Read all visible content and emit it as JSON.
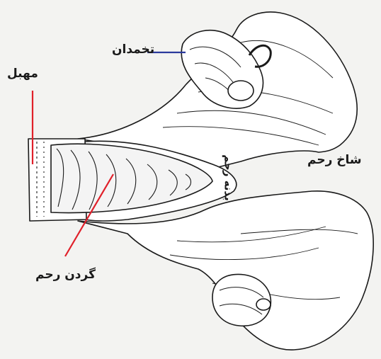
{
  "labels": {
    "ovary": "تخمدان",
    "vagina": "مهبل",
    "uterine_horn": "شاخ رحم",
    "uterine_body": "بدنه رحم",
    "cervix": "گردن رحم"
  },
  "colors": {
    "ovary_pointer": "#2b3a9c",
    "pointer": "#e0202a",
    "ink": "#1a1a1a",
    "background": "#f3f3f1",
    "tissue": "#ffffff"
  }
}
